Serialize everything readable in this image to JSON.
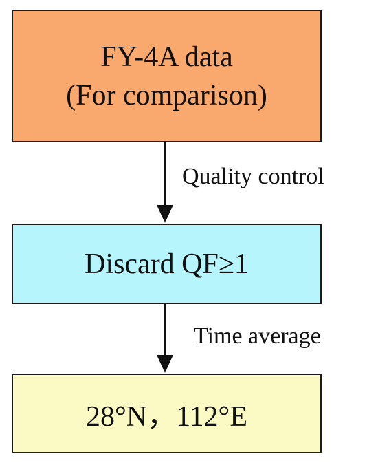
{
  "colors": {
    "box1_fill": "#f9a86e",
    "box2_fill": "#b5f5fb",
    "box3_fill": "#fcfac4"
  },
  "nodes": {
    "source": {
      "line1": "FY-4A data",
      "line2": "(For comparison)"
    },
    "filter": {
      "label": "Discard QF≥1"
    },
    "location": {
      "label": "28°N，112°E"
    }
  },
  "edges": {
    "step1": "Quality control",
    "step2": "Time average"
  }
}
